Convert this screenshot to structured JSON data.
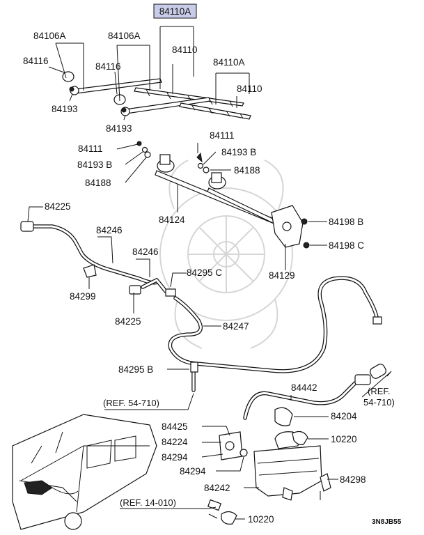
{
  "labels": {
    "l84110A_top": "84110A",
    "l84106A_1": "84106A",
    "l84106A_2": "84106A",
    "l84116_1": "84116",
    "l84116_2": "84116",
    "l84110_1": "84110",
    "l84110A_2": "84110A",
    "l84110_2": "84110",
    "l84193_1": "84193",
    "l84193_2": "84193",
    "l84111_1": "84111",
    "l84193B_1": "84193 B",
    "l84188_1": "84188",
    "l84111_2": "84111",
    "l84193B_2": "84193 B",
    "l84188_2": "84188",
    "l84124": "84124",
    "l84198B": "84198 B",
    "l84198C": "84198 C",
    "l84129": "84129",
    "l84225_1": "84225",
    "l84246_1": "84246",
    "l84246_2": "84246",
    "l84299": "84299",
    "l84295C": "84295 C",
    "l84225_2": "84225",
    "l84247": "84247",
    "l84295B": "84295 B",
    "l84442": "84442",
    "l84204": "84204",
    "l84425": "84425",
    "l84224": "84224",
    "l84294_1": "84294",
    "l84294_2": "84294",
    "l10220_1": "10220",
    "l84242": "84242",
    "l84298": "84298",
    "l10220_2": "10220",
    "ref_54710_left": "(REF. 54-710)",
    "ref_54710_right_1": "(REF.",
    "ref_54710_right_2": "54-710)",
    "ref_14010": "(REF. 14-010)"
  },
  "diagram_code": "3N8JB55",
  "colors": {
    "line": "#111111",
    "highlight": "#c8cce8",
    "watermark": "#d6d6d6"
  }
}
